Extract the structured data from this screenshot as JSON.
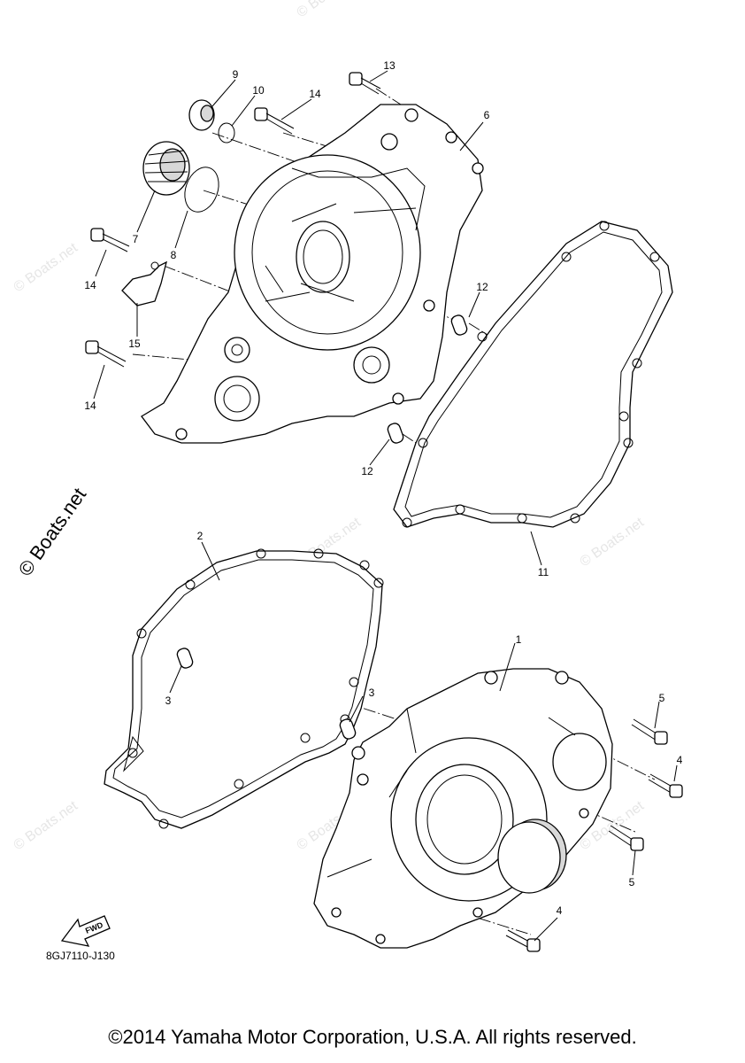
{
  "diagram": {
    "code": "8GJ7110-J130",
    "copyright": "©2014 Yamaha Motor Corporation, U.S.A. All rights reserved.",
    "watermark": "© Boats.net",
    "fwd_label": "FWD",
    "callouts": {
      "c1": "1",
      "c2": "2",
      "c3a": "3",
      "c3b": "3",
      "c4a": "4",
      "c4b": "4",
      "c5a": "5",
      "c5b": "5",
      "c6": "6",
      "c7": "7",
      "c8": "8",
      "c9": "9",
      "c10": "10",
      "c11": "11",
      "c12a": "12",
      "c12b": "12",
      "c13": "13",
      "c14a": "14",
      "c14b": "14",
      "c14c": "14",
      "c15": "15"
    }
  }
}
